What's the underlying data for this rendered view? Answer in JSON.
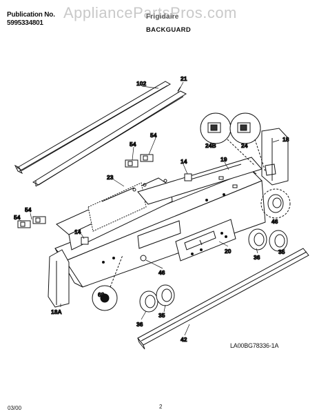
{
  "header": {
    "publication_label": "Publication No.",
    "publication_number": "5995334801",
    "brand": "Frigidaire",
    "section": "BACKGUARD"
  },
  "watermark": "AppliancePartsPros.com",
  "callouts": {
    "p102": "102",
    "p21": "21",
    "p54a": "54",
    "p54b": "54",
    "p54c": "54",
    "p54d": "54",
    "p24b": "24B",
    "p24": "24",
    "p18": "18",
    "p18a": "18A",
    "p23": "23",
    "p14a": "14",
    "p14b": "14",
    "p19": "19",
    "p46a": "46",
    "p46b": "46",
    "p20": "20",
    "p35a": "35",
    "p35b": "35",
    "p36a": "36",
    "p36b": "36",
    "p69": "69",
    "p42": "42"
  },
  "diagram_id": "LA00BG78336-1A",
  "footer": {
    "date": "03/00",
    "page": "2"
  }
}
